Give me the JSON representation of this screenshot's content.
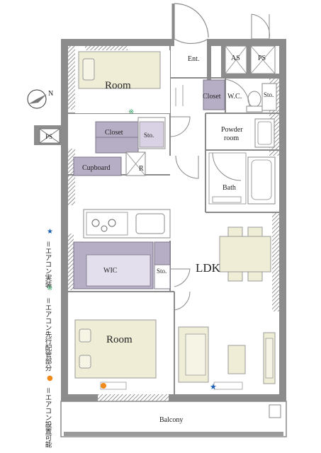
{
  "rooms": {
    "room_upper": "Room",
    "room_lower": "Room",
    "ldk": "LDK",
    "entrance": "Ent.",
    "as": "AS",
    "ps_top": "PS",
    "ps_left": "PS",
    "closet_wc": "Closet",
    "wc": "W.C.",
    "storage_wc": "Sto.",
    "closet_room": "Closet",
    "storage_room": "Sto.",
    "powder_room_line1": "Powder",
    "powder_room_line2": "room",
    "cupboard": "Cupboard",
    "refrigerator": "R",
    "bath": "Bath",
    "wic": "WIC",
    "storage_wic": "Sto.",
    "balcony": "Balcony"
  },
  "compass": {
    "north": "N"
  },
  "legend": [
    {
      "symbol": "★",
      "color": "#1a5fb4",
      "text": "＝エアコン実装"
    },
    {
      "symbol": "※",
      "color": "#2e9d5c",
      "text": "＝エアコン先行配管部分"
    },
    {
      "symbol": "●",
      "color": "#f08a1c",
      "text": "＝エアコン設置可能"
    }
  ],
  "colors": {
    "wall": "#8c8c8c",
    "room_fill": "#efedd6",
    "storage_fill": "#b6aec4",
    "ac_installed": "#1a5fb4",
    "ac_piping": "#2e9d5c",
    "ac_possible": "#f08a1c"
  }
}
